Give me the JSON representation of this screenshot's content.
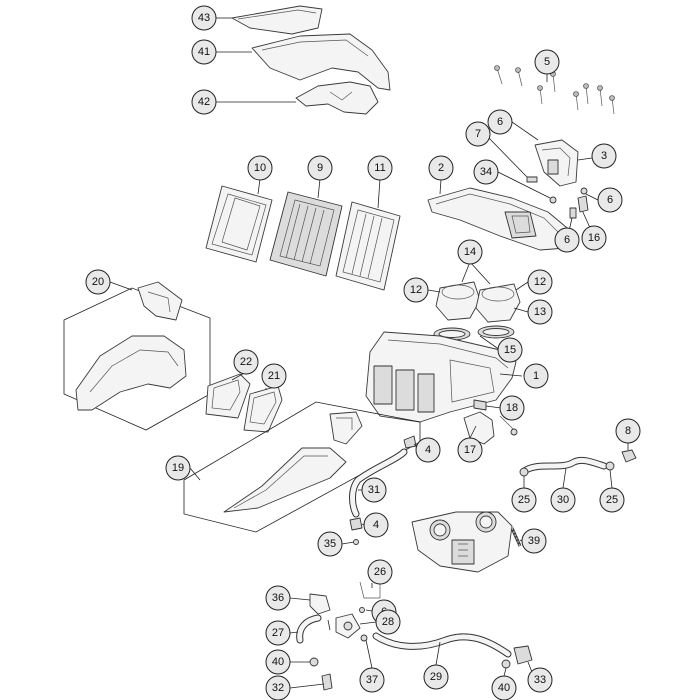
{
  "callouts": {
    "c1": "1",
    "c2": "2",
    "c3": "3",
    "c4a": "4",
    "c4b": "4",
    "c5": "5",
    "c6a": "6",
    "c6b": "6",
    "c6c": "6",
    "c6d": "6",
    "c7": "7",
    "c8": "8",
    "c9": "9",
    "c10": "10",
    "c11": "11",
    "c12a": "12",
    "c12b": "12",
    "c13": "13",
    "c14": "14",
    "c15": "15",
    "c16": "16",
    "c17": "17",
    "c18": "18",
    "c19": "19",
    "c20": "20",
    "c21": "21",
    "c22": "22",
    "c25a": "25",
    "c25b": "25",
    "c26": "26",
    "c27": "27",
    "c28": "28",
    "c29": "29",
    "c30": "30",
    "c31": "31",
    "c32": "32",
    "c33": "33",
    "c34": "34",
    "c35": "35",
    "c36": "36",
    "c37": "37",
    "c39": "39",
    "c40a": "40",
    "c40b": "40",
    "c41": "41",
    "c42": "42",
    "c43": "43"
  }
}
